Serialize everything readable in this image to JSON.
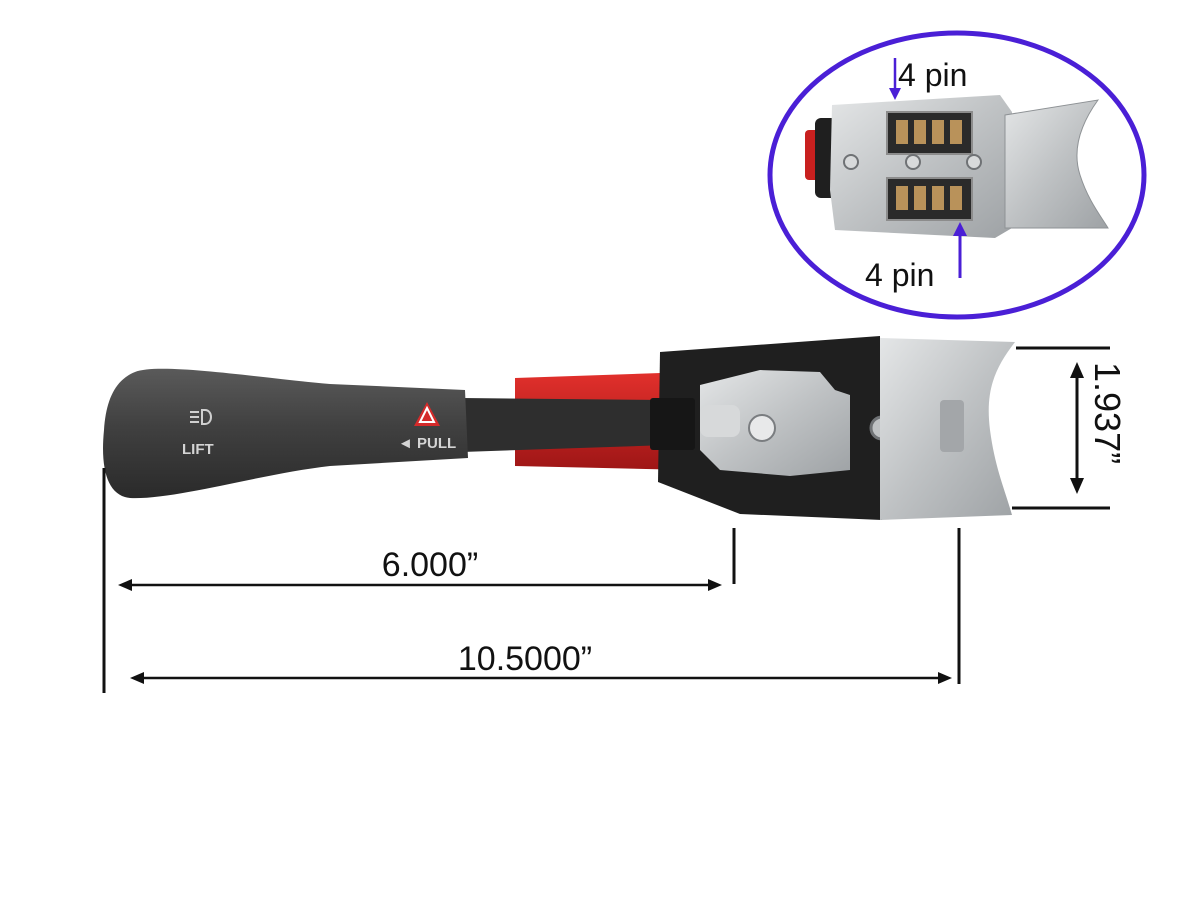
{
  "dimensions": {
    "short_length": "6.000”",
    "full_length": "10.5000”",
    "width": "1.937”"
  },
  "lever": {
    "lift_label": "LIFT",
    "pull_label": "◄ PULL",
    "headlight_icon": "headlight-icon",
    "hazard_icon": "hazard-triangle-icon"
  },
  "inset": {
    "top_pin_label": "4 pin",
    "bottom_pin_label": "4 pin"
  },
  "colors": {
    "annotation_ring": "#4a1fd6",
    "lever_body": "#3f3f3f",
    "red_accent": "#c8201f",
    "metal": "#c9cbcc",
    "dimension_line": "#111111"
  }
}
